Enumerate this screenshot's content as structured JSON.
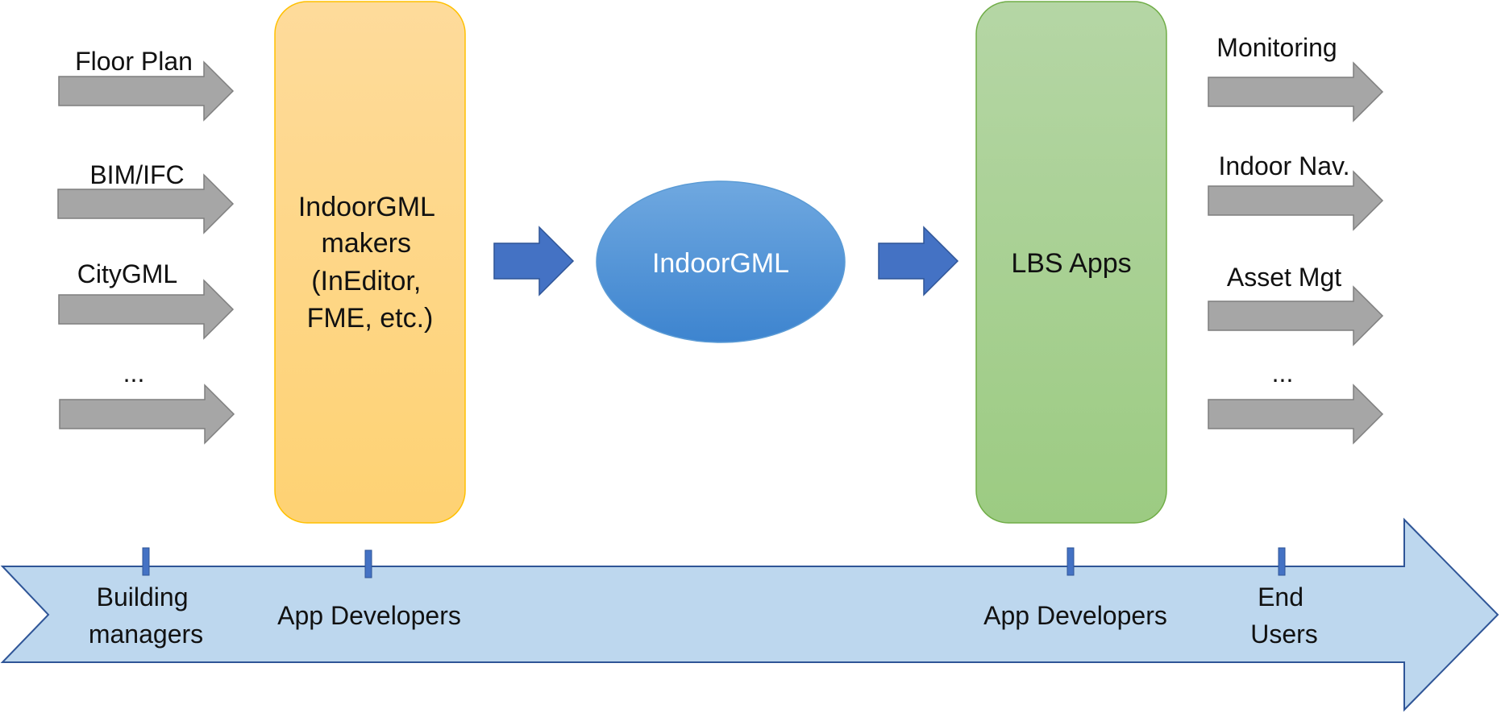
{
  "inputs": [
    {
      "label": "Floor Plan"
    },
    {
      "label": "BIM/IFC"
    },
    {
      "label": "CityGML"
    },
    {
      "label": "..."
    }
  ],
  "makers": {
    "lines": [
      "IndoorGML",
      "makers",
      "(InEditor,",
      "FME, etc.)"
    ]
  },
  "center": {
    "label": "IndoorGML"
  },
  "apps": {
    "label": "LBS Apps"
  },
  "outputs": [
    {
      "label": "Monitoring"
    },
    {
      "label": "Indoor Nav."
    },
    {
      "label": "Asset Mgt"
    },
    {
      "label": "..."
    }
  ],
  "timeline": {
    "markers": [
      {
        "lines": [
          "Building",
          "managers"
        ]
      },
      {
        "lines": [
          "App Developers"
        ]
      },
      {
        "lines": [
          "App Developers"
        ]
      },
      {
        "lines": [
          "End",
          "Users"
        ]
      }
    ]
  },
  "colors": {
    "gray_arrow": "#a6a6a6",
    "blue_arrow": "#4472c4",
    "makers_top": "#fedb9b",
    "makers_bottom": "#fed273",
    "apps_top": "#b5d6a5",
    "apps_bottom": "#9ccb82",
    "ellipse_top": "#6aa7e0",
    "ellipse_bottom": "#3e86d0",
    "timeline_fill": "#bdd7ee",
    "timeline_stroke": "#2f5597"
  }
}
